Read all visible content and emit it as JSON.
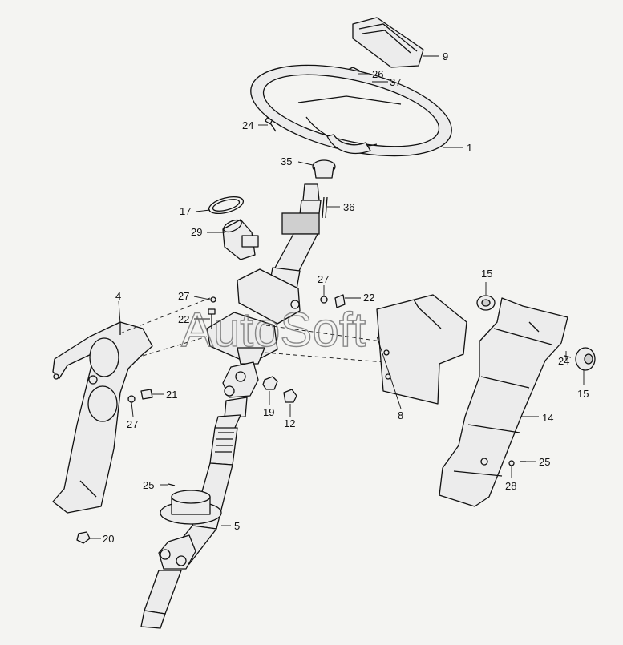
{
  "watermark": "AutoSoft",
  "callouts": [
    {
      "id": "c9",
      "text": "9"
    },
    {
      "id": "c26",
      "text": "26"
    },
    {
      "id": "c37",
      "text": "37"
    },
    {
      "id": "c24a",
      "text": "24"
    },
    {
      "id": "c1",
      "text": "1"
    },
    {
      "id": "c35",
      "text": "35"
    },
    {
      "id": "c17",
      "text": "17"
    },
    {
      "id": "c36",
      "text": "36"
    },
    {
      "id": "c29",
      "text": "29"
    },
    {
      "id": "c15a",
      "text": "15"
    },
    {
      "id": "c4",
      "text": "4"
    },
    {
      "id": "c27a",
      "text": "27"
    },
    {
      "id": "c22a",
      "text": "22"
    },
    {
      "id": "c27b",
      "text": "27"
    },
    {
      "id": "c22b",
      "text": "22"
    },
    {
      "id": "c24b",
      "text": "24"
    },
    {
      "id": "c15b",
      "text": "15"
    },
    {
      "id": "c21",
      "text": "21"
    },
    {
      "id": "c27c",
      "text": "27"
    },
    {
      "id": "c19",
      "text": "19"
    },
    {
      "id": "c12",
      "text": "12"
    },
    {
      "id": "c8",
      "text": "8"
    },
    {
      "id": "c14",
      "text": "14"
    },
    {
      "id": "c25a",
      "text": "25"
    },
    {
      "id": "c28",
      "text": "28"
    },
    {
      "id": "c25b",
      "text": "25"
    },
    {
      "id": "c5",
      "text": "5"
    },
    {
      "id": "c20",
      "text": "20"
    }
  ]
}
